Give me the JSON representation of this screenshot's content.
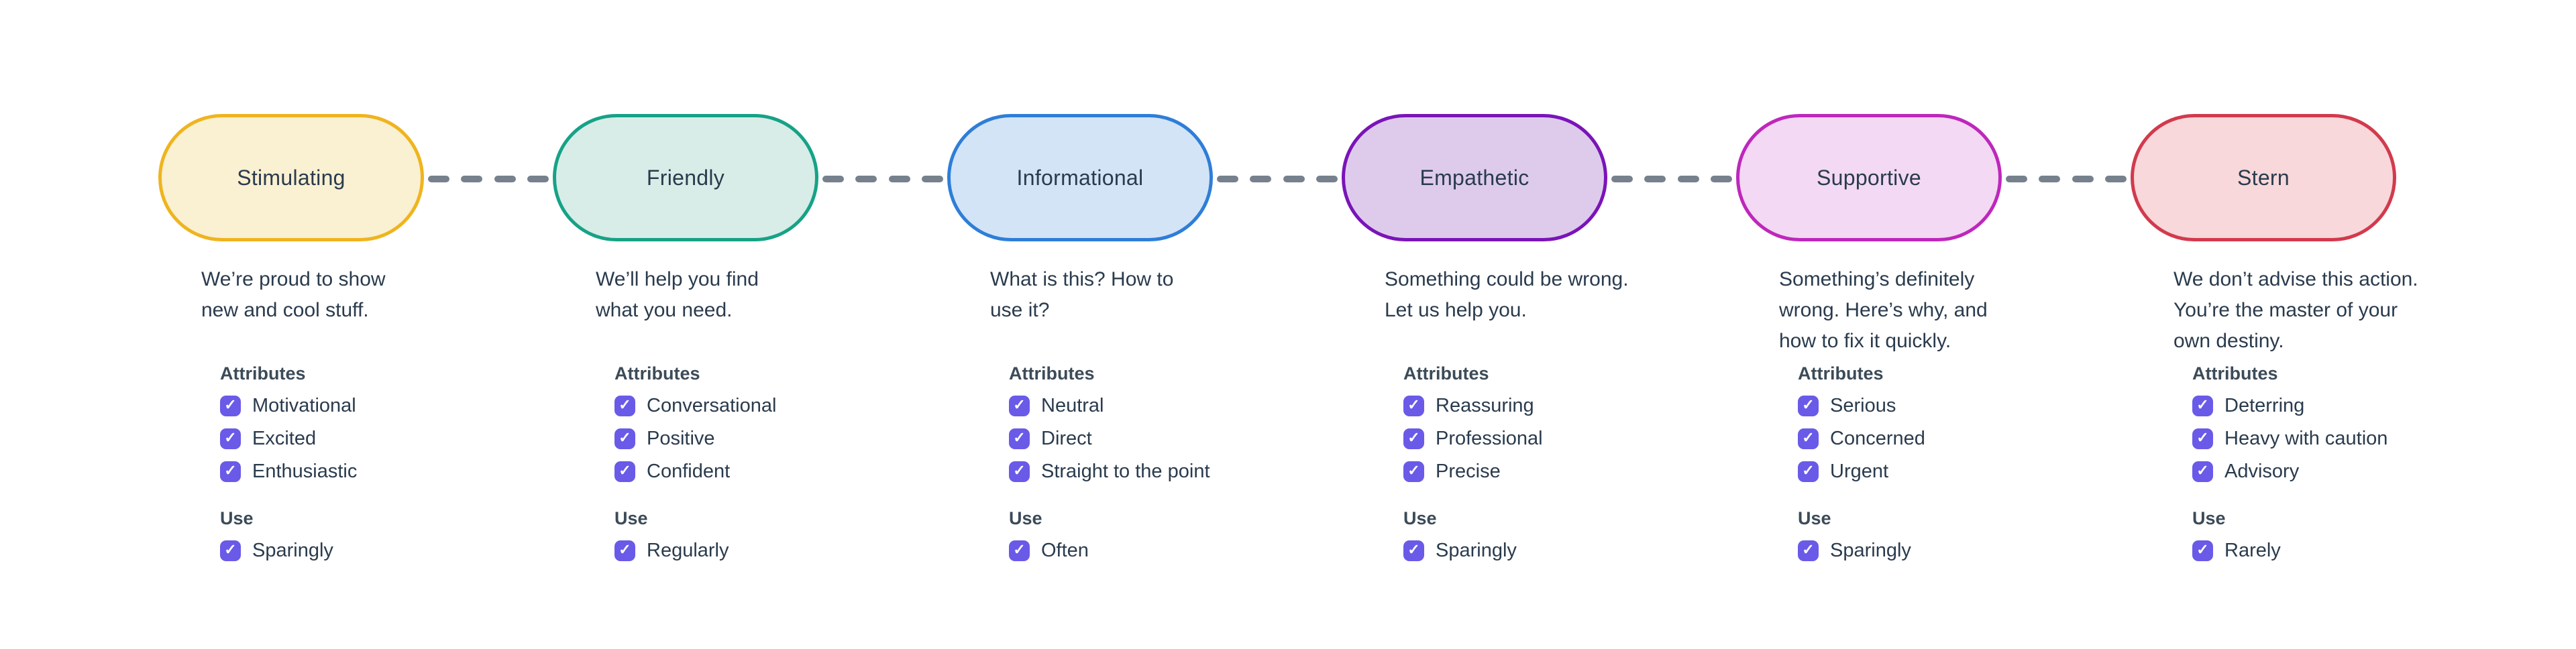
{
  "labels": {
    "attributes": "Attributes",
    "use": "Use"
  },
  "icons": {
    "checkbox_check": "✓"
  },
  "colors": {
    "background": "#ffffff",
    "text": "#2a3b4d",
    "heading": "#3c4b58",
    "checkbox": "#6a5ae8",
    "dash": "#76818d"
  },
  "tones": [
    {
      "name": "Stimulating",
      "fill": "#faf0d2",
      "border": "#efb41e",
      "description": "We’re proud to show\nnew and cool stuff.",
      "attributes": [
        "Motivational",
        "Excited",
        "Enthusiastic"
      ],
      "use": "Sparingly"
    },
    {
      "name": "Friendly",
      "fill": "#d8ede7",
      "border": "#17a287",
      "description": "We’ll help you find\nwhat you need.",
      "attributes": [
        "Conversational",
        "Positive",
        "Confident"
      ],
      "use": "Regularly"
    },
    {
      "name": "Informational",
      "fill": "#d3e4f7",
      "border": "#2e7ed8",
      "description": "What is this? How to\nuse it?",
      "attributes": [
        "Neutral",
        "Direct",
        "Straight to the point"
      ],
      "use": "Often"
    },
    {
      "name": "Empathetic",
      "fill": "#decbec",
      "border": "#7a14b8",
      "description": "Something could be wrong.\nLet us help you.",
      "attributes": [
        "Reassuring",
        "Professional",
        "Precise"
      ],
      "use": "Sparingly"
    },
    {
      "name": "Supportive",
      "fill": "#f3d9f3",
      "border": "#be27bc",
      "description": "Something’s definitely\nwrong. Here’s why, and\nhow to fix it quickly.",
      "attributes": [
        "Serious",
        "Concerned",
        "Urgent"
      ],
      "use": "Sparingly"
    },
    {
      "name": "Stern",
      "fill": "#f8d8da",
      "border": "#d23a4d",
      "description": "We don’t advise this action.\nYou’re the master of your\nown destiny.",
      "attributes": [
        "Deterring",
        "Heavy with caution",
        "Advisory"
      ],
      "use": "Rarely"
    }
  ]
}
